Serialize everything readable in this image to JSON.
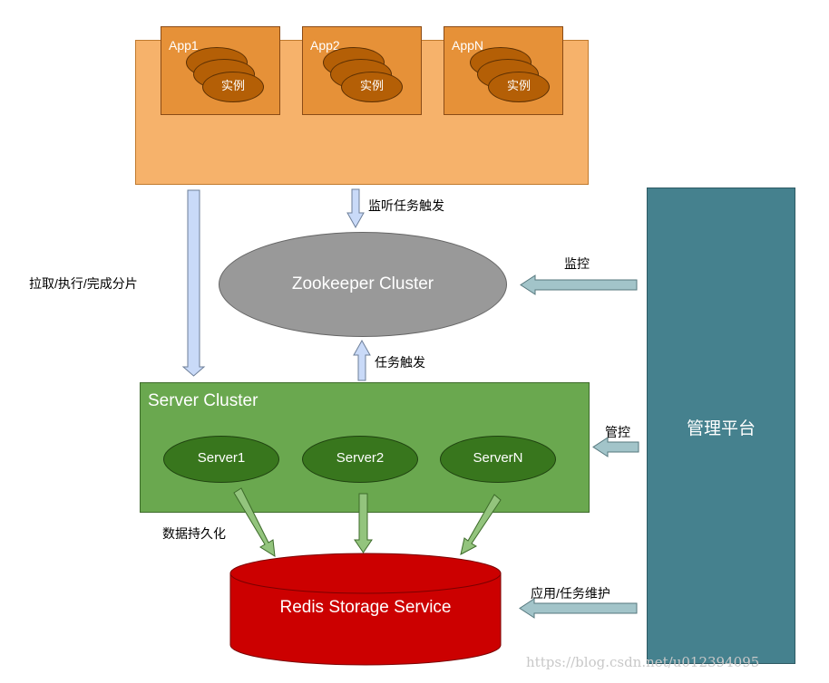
{
  "apps": [
    {
      "label": "App1",
      "instance_label": "实例"
    },
    {
      "label": "App2",
      "instance_label": "实例"
    },
    {
      "label": "AppN",
      "instance_label": "实例"
    }
  ],
  "zookeeper": {
    "label": "Zookeeper Cluster"
  },
  "server_cluster": {
    "label": "Server Cluster",
    "servers": [
      "Server1",
      "Server2",
      "ServerN"
    ]
  },
  "redis": {
    "label": "Redis Storage Service"
  },
  "platform": {
    "label": "管理平台"
  },
  "arrow_labels": {
    "listen": "监听任务触发",
    "pull": "拉取/执行/完成分片",
    "trigger": "任务触发",
    "monitor": "监控",
    "control": "管控",
    "persist": "数据持久化",
    "maintain": "应用/任务维护"
  },
  "watermark": "https://blog.csdn.net/u012394095",
  "colors": {
    "apps_fill": "#f6b26b",
    "app_fill": "#e69138",
    "instance_fill": "#b45f06",
    "zookeeper_fill": "#999999",
    "cluster_fill": "#6aa84f",
    "server_fill": "#38761d",
    "redis_fill": "#cc0000",
    "platform_fill": "#45818e",
    "arrow_blue": "#c9daf8",
    "arrow_teal": "#a2c4c9",
    "arrow_green": "#93c47d"
  }
}
